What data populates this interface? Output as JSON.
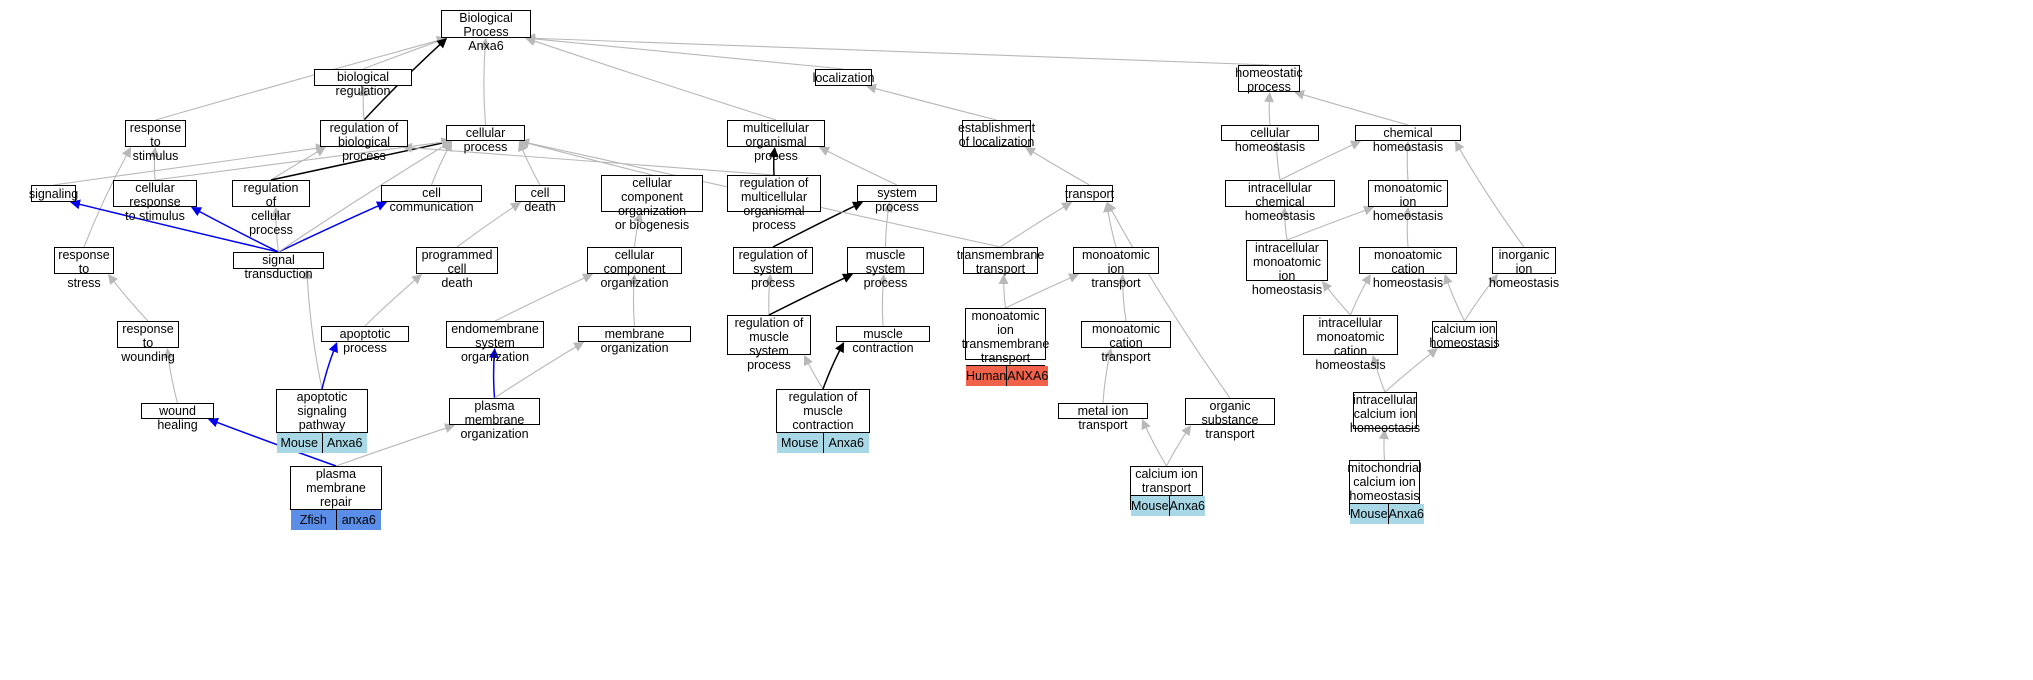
{
  "colors": {
    "edge_gray": "#b8b8b8",
    "edge_black": "#000000",
    "edge_blue": "#0000ee",
    "mouse": "#a8d8e6",
    "zfish": "#5b8ee8",
    "human": "#f0624a"
  },
  "nodes": {
    "bp": "Biological Process\nAnxa6",
    "bioreg": "biological regulation",
    "localization": "localization",
    "homeostatic": "homeostatic\nprocess",
    "resp_stim": "response to\nstimulus",
    "reg_bio": "regulation of\nbiological process",
    "cellular": "cellular process",
    "multicell": "multicellular\norganismal process",
    "est_loc": "establishment\nof localization",
    "cell_homeo": "cellular homeostasis",
    "chem_homeo": "chemical homeostasis",
    "signaling": "signaling",
    "cell_resp": "cellular response\nto stimulus",
    "reg_cell": "regulation of\ncellular process",
    "cell_comm": "cell communication",
    "cell_death": "cell death",
    "ccob": "cellular component\norganization\nor biogenesis",
    "reg_multi": "regulation of\nmulticellular\norganismal process",
    "sys_proc": "system process",
    "transport": "transport",
    "intra_chem": "intracellular\nchemical homeostasis",
    "mono_homeo": "monoatomic ion\nhomeostasis",
    "resp_stress": "response to\nstress",
    "sig_trans": "signal transduction",
    "prog_death": "programmed cell\ndeath",
    "cco": "cellular component\norganization",
    "reg_sys": "regulation of\nsystem process",
    "muscle_sys": "muscle system\nprocess",
    "tm_transport": "transmembrane\ntransport",
    "mono_transport": "monoatomic ion\ntransport",
    "intra_mono": "intracellular\nmonoatomic ion\nhomeostasis",
    "mono_cat_homeo": "monoatomic cation\nhomeostasis",
    "inorg_homeo": "inorganic ion\nhomeostasis",
    "resp_wound": "response to\nwounding",
    "apoptotic": "apoptotic process",
    "endomem": "endomembrane\nsystem organization",
    "mem_org": "membrane organization",
    "reg_muscle_sys": "regulation of\nmuscle system\nprocess",
    "muscle_contr": "muscle contraction",
    "mono_tm": "monoatomic ion\ntransmembrane\ntransport",
    "mono_cat_transport": "monoatomic cation\ntransport",
    "intra_mono_cat": "intracellular\nmonoatomic cation\nhomeostasis",
    "ca_homeo": "calcium ion\nhomeostasis",
    "wound_heal": "wound healing",
    "apop_sig": "apoptotic signaling\npathway",
    "pm_org": "plasma membrane\norganization",
    "reg_muscle_contr": "regulation of\nmuscle contraction",
    "metal_transport": "metal ion transport",
    "org_sub": "organic substance\ntransport",
    "intra_ca": "intracellular\ncalcium ion\nhomeostasis",
    "pm_repair": "plasma membrane\nrepair",
    "ca_transport": "calcium ion\ntransport",
    "mito_ca": "mitochondrial\ncalcium ion\nhomeostasis"
  },
  "annotations": {
    "apop_sig": [
      "Mouse",
      "Anxa6"
    ],
    "reg_muscle_contr": [
      "Mouse",
      "Anxa6"
    ],
    "mono_tm": [
      "Human",
      "ANXA6"
    ],
    "pm_repair": [
      "Zfish",
      "anxa6"
    ],
    "ca_transport": [
      "Mouse",
      "Anxa6"
    ],
    "mito_ca": [
      "Mouse",
      "Anxa6"
    ]
  },
  "annotation_colors": {
    "apop_sig": "mouse",
    "reg_muscle_contr": "mouse",
    "mono_tm": "human",
    "pm_repair": "zfish",
    "ca_transport": "mouse",
    "mito_ca": "mouse"
  },
  "edges": [
    {
      "from": "bioreg",
      "to": "bp",
      "color": "gray"
    },
    {
      "from": "localization",
      "to": "bp",
      "color": "gray"
    },
    {
      "from": "homeostatic",
      "to": "bp",
      "color": "gray"
    },
    {
      "from": "resp_stim",
      "to": "bp",
      "color": "gray"
    },
    {
      "from": "reg_bio",
      "to": "bp",
      "color": "black"
    },
    {
      "from": "cellular",
      "to": "bp",
      "color": "gray"
    },
    {
      "from": "multicell",
      "to": "bp",
      "color": "gray"
    },
    {
      "from": "reg_bio",
      "to": "bioreg",
      "color": "gray"
    },
    {
      "from": "est_loc",
      "to": "localization",
      "color": "gray"
    },
    {
      "from": "cell_homeo",
      "to": "homeostatic",
      "color": "gray"
    },
    {
      "from": "chem_homeo",
      "to": "homeostatic",
      "color": "gray"
    },
    {
      "from": "signaling",
      "to": "reg_bio",
      "color": "gray"
    },
    {
      "from": "cell_resp",
      "to": "resp_stim",
      "color": "gray"
    },
    {
      "from": "resp_stress",
      "to": "resp_stim",
      "color": "gray"
    },
    {
      "from": "reg_cell",
      "to": "reg_bio",
      "color": "gray"
    },
    {
      "from": "reg_cell",
      "to": "cellular",
      "color": "black"
    },
    {
      "from": "cell_resp",
      "to": "cellular",
      "color": "gray"
    },
    {
      "from": "cell_comm",
      "to": "cellular",
      "color": "gray"
    },
    {
      "from": "cell_death",
      "to": "cellular",
      "color": "gray"
    },
    {
      "from": "ccob",
      "to": "cellular",
      "color": "gray"
    },
    {
      "from": "reg_multi",
      "to": "reg_bio",
      "color": "gray"
    },
    {
      "from": "reg_multi",
      "to": "multicell",
      "color": "black"
    },
    {
      "from": "sys_proc",
      "to": "multicell",
      "color": "gray"
    },
    {
      "from": "transport",
      "to": "est_loc",
      "color": "gray"
    },
    {
      "from": "intra_chem",
      "to": "cell_homeo",
      "color": "gray"
    },
    {
      "from": "intra_chem",
      "to": "chem_homeo",
      "color": "gray"
    },
    {
      "from": "mono_homeo",
      "to": "chem_homeo",
      "color": "gray"
    },
    {
      "from": "inorg_homeo",
      "to": "chem_homeo",
      "color": "gray"
    },
    {
      "from": "sig_trans",
      "to": "signaling",
      "color": "blue"
    },
    {
      "from": "sig_trans",
      "to": "cell_resp",
      "color": "blue"
    },
    {
      "from": "sig_trans",
      "to": "reg_cell",
      "color": "gray"
    },
    {
      "from": "sig_trans",
      "to": "cell_comm",
      "color": "blue"
    },
    {
      "from": "sig_trans",
      "to": "cellular",
      "color": "gray"
    },
    {
      "from": "prog_death",
      "to": "cell_death",
      "color": "gray"
    },
    {
      "from": "cco",
      "to": "ccob",
      "color": "gray"
    },
    {
      "from": "reg_sys",
      "to": "sys_proc",
      "color": "black"
    },
    {
      "from": "muscle_sys",
      "to": "sys_proc",
      "color": "gray"
    },
    {
      "from": "tm_transport",
      "to": "transport",
      "color": "gray"
    },
    {
      "from": "tm_transport",
      "to": "cellular",
      "color": "gray"
    },
    {
      "from": "mono_transport",
      "to": "transport",
      "color": "gray"
    },
    {
      "from": "org_sub",
      "to": "transport",
      "color": "gray"
    },
    {
      "from": "intra_mono",
      "to": "intra_chem",
      "color": "gray"
    },
    {
      "from": "intra_mono",
      "to": "mono_homeo",
      "color": "gray"
    },
    {
      "from": "mono_cat_homeo",
      "to": "mono_homeo",
      "color": "gray"
    },
    {
      "from": "resp_wound",
      "to": "resp_stress",
      "color": "gray"
    },
    {
      "from": "apoptotic",
      "to": "prog_death",
      "color": "gray"
    },
    {
      "from": "endomem",
      "to": "cco",
      "color": "gray"
    },
    {
      "from": "mem_org",
      "to": "cco",
      "color": "gray"
    },
    {
      "from": "reg_muscle_sys",
      "to": "reg_sys",
      "color": "gray"
    },
    {
      "from": "reg_muscle_sys",
      "to": "muscle_sys",
      "color": "black"
    },
    {
      "from": "muscle_contr",
      "to": "muscle_sys",
      "color": "gray"
    },
    {
      "from": "mono_tm",
      "to": "tm_transport",
      "color": "gray"
    },
    {
      "from": "mono_tm",
      "to": "mono_transport",
      "color": "gray"
    },
    {
      "from": "mono_cat_transport",
      "to": "mono_transport",
      "color": "gray"
    },
    {
      "from": "intra_mono_cat",
      "to": "intra_mono",
      "color": "gray"
    },
    {
      "from": "intra_mono_cat",
      "to": "mono_cat_homeo",
      "color": "gray"
    },
    {
      "from": "ca_homeo",
      "to": "mono_cat_homeo",
      "color": "gray"
    },
    {
      "from": "ca_homeo",
      "to": "inorg_homeo",
      "color": "gray"
    },
    {
      "from": "wound_heal",
      "to": "resp_wound",
      "color": "gray"
    },
    {
      "from": "apop_sig",
      "to": "sig_trans",
      "color": "gray"
    },
    {
      "from": "apop_sig",
      "to": "apoptotic",
      "color": "blue"
    },
    {
      "from": "pm_org",
      "to": "endomem",
      "color": "blue"
    },
    {
      "from": "pm_org",
      "to": "mem_org",
      "color": "gray"
    },
    {
      "from": "reg_muscle_contr",
      "to": "reg_muscle_sys",
      "color": "gray"
    },
    {
      "from": "reg_muscle_contr",
      "to": "muscle_contr",
      "color": "black"
    },
    {
      "from": "metal_transport",
      "to": "mono_cat_transport",
      "color": "gray"
    },
    {
      "from": "intra_ca",
      "to": "intra_mono_cat",
      "color": "gray"
    },
    {
      "from": "intra_ca",
      "to": "ca_homeo",
      "color": "gray"
    },
    {
      "from": "pm_repair",
      "to": "wound_heal",
      "color": "blue"
    },
    {
      "from": "pm_repair",
      "to": "pm_org",
      "color": "gray"
    },
    {
      "from": "ca_transport",
      "to": "metal_transport",
      "color": "gray"
    },
    {
      "from": "ca_transport",
      "to": "org_sub",
      "color": "gray"
    },
    {
      "from": "mito_ca",
      "to": "intra_ca",
      "color": "gray"
    }
  ]
}
